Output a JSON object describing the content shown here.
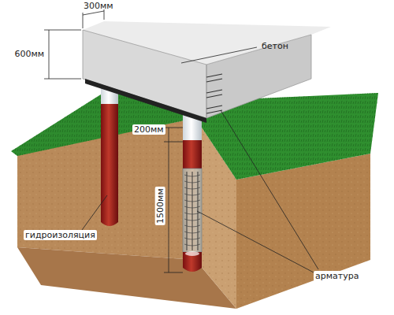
{
  "diagram": {
    "labels": [
      "300мм",
      "600мм",
      "бетон",
      "200мм",
      "1500мм",
      "гидроизоляция",
      "арматура"
    ]
  }
}
